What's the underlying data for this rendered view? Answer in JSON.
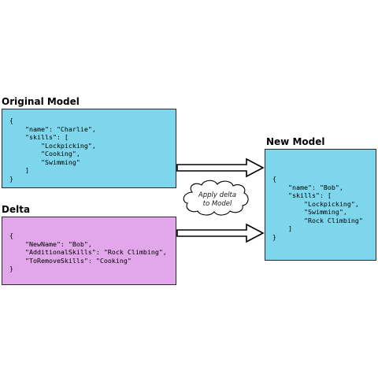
{
  "original": {
    "title": "Original Model",
    "lines": [
      "{",
      "    \"name\": \"Charlie\",",
      "    \"skills\": [",
      "        \"Lockpicking\",",
      "        \"Cooking\",",
      "        \"Swimming\"",
      "    ]",
      "}"
    ]
  },
  "delta": {
    "title": "Delta",
    "lines": [
      "{",
      "    \"NewName\": \"Bob\",",
      "    \"AdditionalSkills\": \"Rock Climbing\",",
      "    \"ToRemoveSkills\": \"Cooking\"",
      "}"
    ]
  },
  "new_model": {
    "title": "New Model",
    "lines": [
      "{",
      "    \"name\": \"Bob\",",
      "    \"skills\": [",
      "        \"Lockpicking\",",
      "        \"Swimming\",",
      "        \"Rock Climbing\"",
      "    ]",
      "}"
    ]
  },
  "cloud": {
    "line1": "Apply delta",
    "line2": "to Model"
  },
  "colors": {
    "model_fill": "#7ed6ed",
    "delta_fill": "#e2a6ea"
  }
}
